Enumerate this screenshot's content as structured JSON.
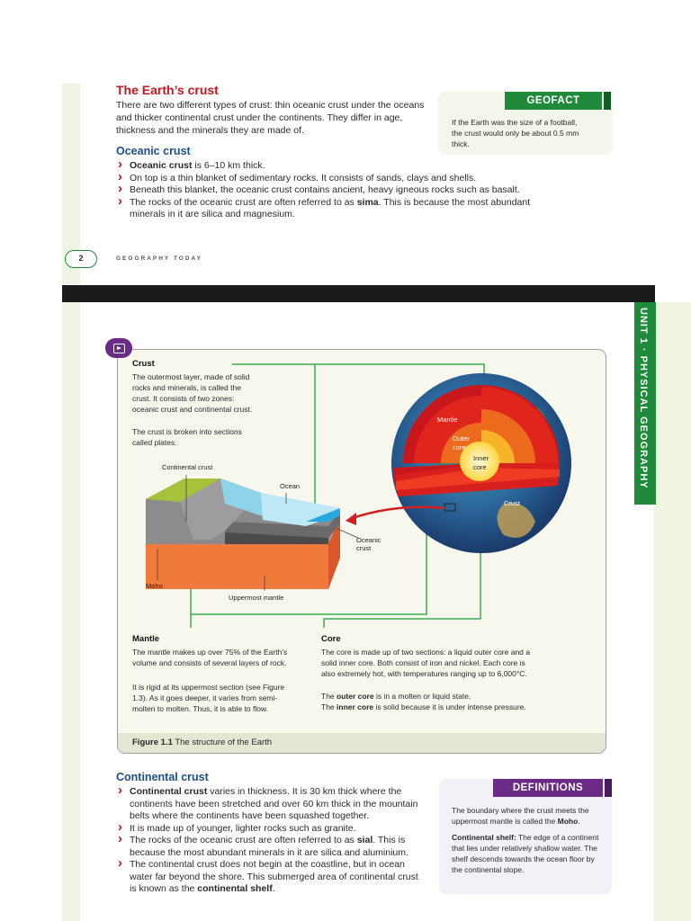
{
  "page": {
    "number": "2",
    "running_head": "GEOGRAPHY TODAY",
    "unit_tab": "UNIT 1 · PHYSICAL GEOGRAPHY"
  },
  "section": {
    "title": "The Earth’s crust",
    "intro": "There are two different types of crust: thin oceanic crust under the oceans and thicker continental crust under the continents. They differ in age, thickness and the minerals they are made of."
  },
  "geofact": {
    "heading": "GEOFACT",
    "text": "If the Earth was the size of a football, the crust would only be about 0.5 mm thick."
  },
  "oceanic": {
    "heading": "Oceanic crust",
    "b1_term": "Oceanic crust",
    "b1_rest": " is 6–10 km thick.",
    "b2": "On top is a thin blanket of sedimentary rocks. It consists of sands, clays and shells.",
    "b3": "Beneath this blanket, the oceanic crust contains ancient, heavy igneous rocks such as basalt.",
    "b4_pre": "The rocks of the oceanic crust are often referred to as ",
    "b4_term": "sima",
    "b4_post": ". This is because the most abundant minerals in it are silica and magnesium."
  },
  "figure": {
    "crust_heading": "Crust",
    "crust_p1": "The outermost layer, made of solid rocks and minerals, is called the crust. It consists of two zones: oceanic crust and continental crust.",
    "crust_p2": "The crust is broken into sections called plates.",
    "labels": {
      "continental_crust": "Continental crust",
      "ocean": "Ocean",
      "oceanic_crust_1": "Oceanic",
      "oceanic_crust_2": "crust",
      "moho": "Moho",
      "uppermost_mantle": "Uppermost mantle",
      "mantle": "Mantle",
      "outer_core_1": "Outer",
      "outer_core_2": "core",
      "inner_core_1": "Inner",
      "inner_core_2": "core",
      "crust": "Crust"
    },
    "mantle_heading": "Mantle",
    "mantle_p1": "The mantle makes up over 75% of the Earth’s volume and consists of several layers of rock.",
    "mantle_p2": "It is rigid at its uppermost section (see Figure 1.3). As it goes deeper, it varies from semi-molten to molten. Thus, it is able to flow.",
    "core_heading": "Core",
    "core_p1": "The core is made up of two sections: a liquid outer core and a solid inner core. Both consist of iron and nickel. Each core is also extremely hot, with temperatures ranging up to 6,000°C.",
    "core_p2_pre": "The ",
    "core_p2_term": "outer core",
    "core_p2_post": " is in a molten or liquid state.",
    "core_p3_pre": "The ",
    "core_p3_term": "inner core",
    "core_p3_post": " is solid because it is under intense pressure.",
    "caption_num": "Figure 1.1",
    "caption_text": " The structure of the Earth"
  },
  "continental": {
    "heading": "Continental crust",
    "b1_term": "Continental crust",
    "b1_rest": " varies in thickness. It is 30 km thick where the continents have been stretched and over 60 km thick in the mountain belts where the continents have been squashed together.",
    "b2": "It is made up of younger, lighter rocks such as granite.",
    "b3_pre": "The rocks of the oceanic crust are often referred to as ",
    "b3_term": "sial",
    "b3_post": ". This is because the most abundant minerals in it are silica and aluminium.",
    "b4_pre": "The continental crust does not begin at the coastline, but in ocean water far beyond the shore. This submerged area of continental crust is known as the ",
    "b4_term": "continental shelf",
    "b4_post": "."
  },
  "definitions": {
    "heading": "DEFINITIONS",
    "d1_pre": "The boundary where the crust meets the uppermost mantle is called the ",
    "d1_term": "Moho",
    "d1_post": ".",
    "d2_term": "Continental shelf:",
    "d2_rest": " The edge of a continent that lies under relatively shallow water. The shelf descends towards the ocean floor by the continental slope."
  },
  "colors": {
    "heading_red": "#c4161c",
    "heading_blue": "#1d4e8f",
    "geofact_green": "#1f8a3a",
    "definitions_purple": "#6a2a86"
  }
}
